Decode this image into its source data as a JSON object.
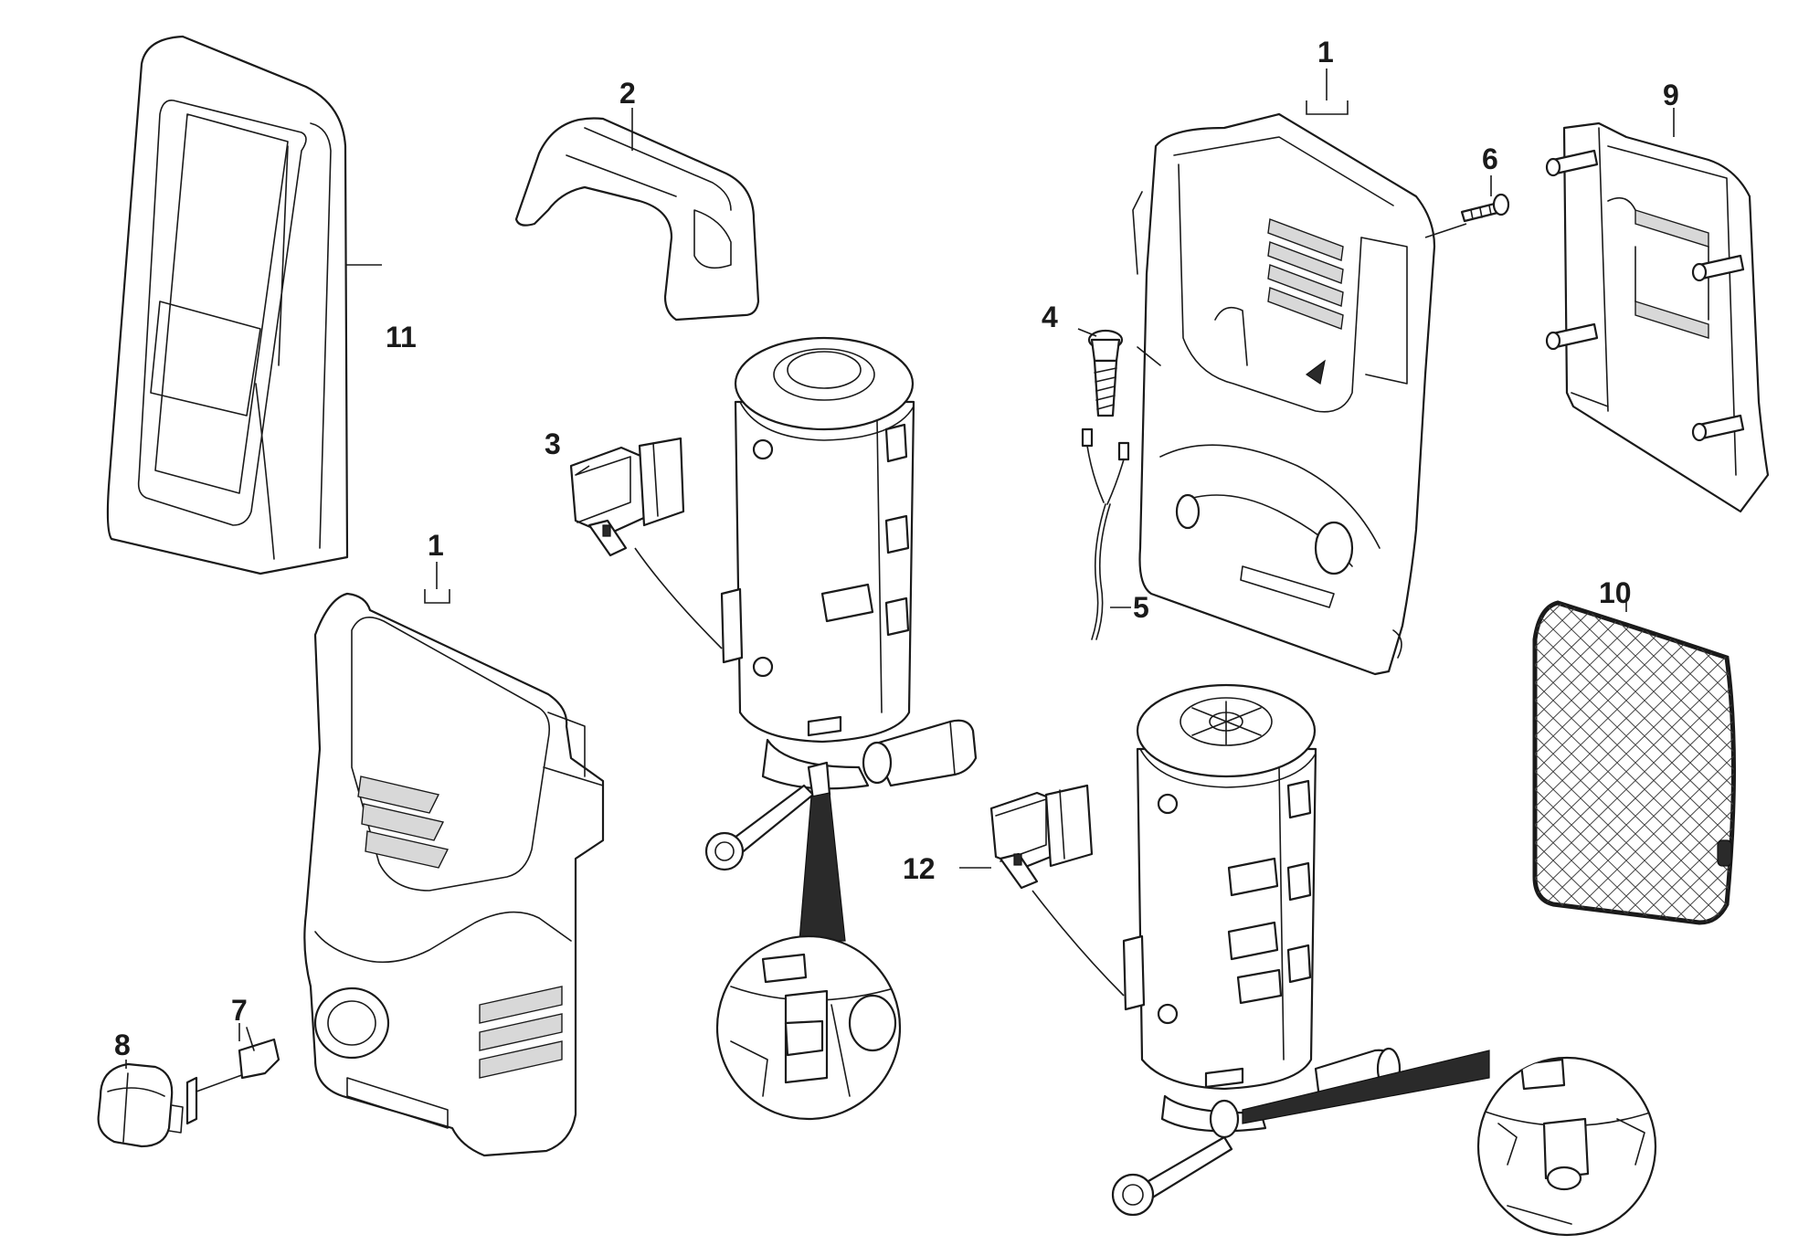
{
  "labels": {
    "housing_front": "1",
    "housing_rear": "1",
    "handle": "2",
    "switch": "3",
    "cable_gland": "4",
    "cable": "5",
    "screw": "6",
    "clip": "7",
    "knob": "8",
    "rear_panel": "9",
    "net_bag": "10",
    "cover": "11",
    "switch_alt": "12"
  }
}
